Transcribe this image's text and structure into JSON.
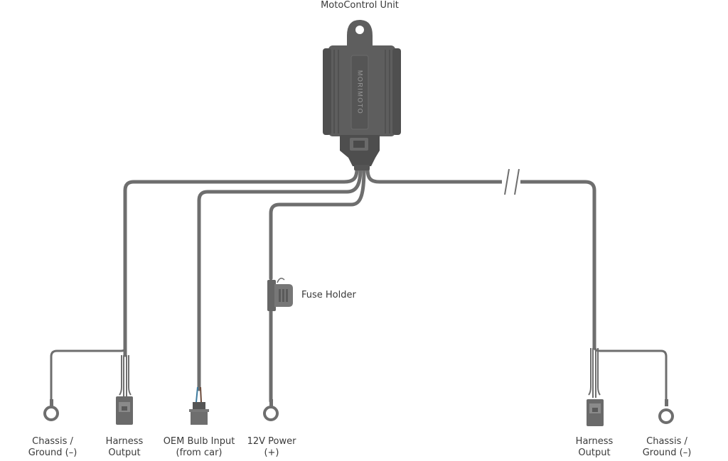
{
  "title": "MotoControl Unit",
  "unit_brand": "MORIMOTO",
  "colors": {
    "wire": "#6e6e6e",
    "wire_dark": "#555555",
    "body": "#5e5e5e",
    "body_dark": "#4a4a4a",
    "wire_blue": "#3d7a9e",
    "wire_brown": "#6b4a3a",
    "text": "#3a3a3a"
  },
  "labels": {
    "fuse_holder": "Fuse Holder",
    "chassis_left": [
      "Chassis /",
      "Ground (–)"
    ],
    "harness_left": [
      "Harness",
      "Output"
    ],
    "oem_bulb": [
      "OEM Bulb Input",
      "(from car)"
    ],
    "power": [
      "12V Power",
      "(+)"
    ],
    "harness_right": [
      "Harness",
      "Output"
    ],
    "chassis_right": [
      "Chassis /",
      "Ground (–)"
    ]
  }
}
